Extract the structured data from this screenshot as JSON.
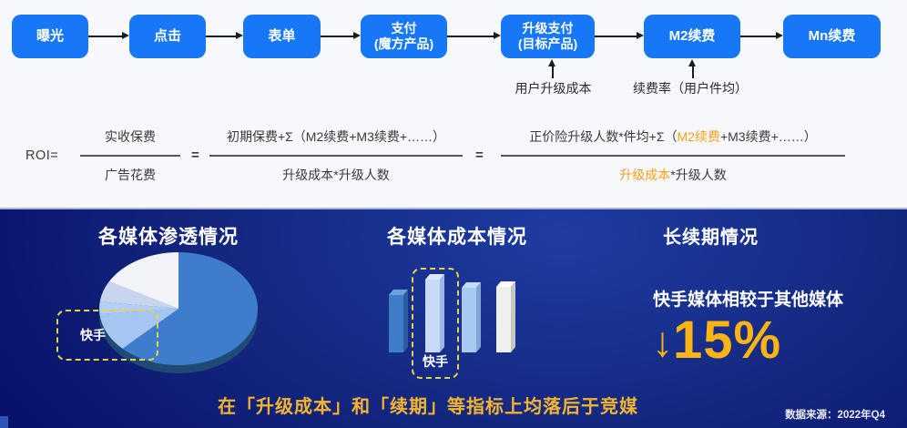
{
  "funnel": {
    "steps": [
      {
        "label": "曝光"
      },
      {
        "label": "点击"
      },
      {
        "label": "表单"
      },
      {
        "label": "支付\n(魔方产品)"
      },
      {
        "label": "升级支付\n(目标产品)"
      },
      {
        "label": "M2续费"
      },
      {
        "label": "Mn续费"
      }
    ],
    "annotations": [
      {
        "text": "用户升级成本"
      },
      {
        "text": "续费率（用户件均）"
      }
    ]
  },
  "formula": {
    "lhs": "ROI=",
    "equals": "=",
    "fraction1": {
      "numerator": "实收保费",
      "denominator": "广告花费"
    },
    "fraction2": {
      "numerator": "初期保费+Σ（M2续费+M3续费+……）",
      "denominator": "升级成本*升级人数"
    },
    "fraction3": {
      "num_pre": "正价险升级人数*件均+Σ（",
      "num_hl": "M2续费",
      "num_post": "+M3续费+……）",
      "den_hl": "升级成本",
      "den_post": "*升级人数"
    }
  },
  "dashboard": {
    "penetration": {
      "title": "各媒体渗透情况",
      "highlight_label": "快手"
    },
    "cost": {
      "title": "各媒体成本情况",
      "highlight_label": "快手"
    },
    "renewal": {
      "title": "长续期情况",
      "subtitle": "快手媒体相较于其他媒体",
      "metric_arrow": "↓",
      "metric_value": "15%"
    },
    "headline": "在「升级成本」和「续期」等指标上均落后于竞媒",
    "source": "数据来源：2022年Q4"
  },
  "colors": {
    "flow_box_blue": "#1677F7",
    "formula_highlight_orange": "#F7A11A",
    "gold_accent": "#F5B52E",
    "metric_gold": "#FCB415",
    "highlight_dash_yellow": "#E3D44B",
    "panel_blue_light": "#1E3CA2",
    "panel_blue_dark": "#050C64"
  },
  "chart_data": [
    {
      "type": "pie",
      "title": "各媒体渗透情况",
      "legend_position": "none",
      "slices": [
        {
          "label": "",
          "value": 62.5,
          "color": "#3E7DCB"
        },
        {
          "label": "快手",
          "value": 11,
          "color": "#A6C6F2"
        },
        {
          "label": "",
          "value": 3.5,
          "color": "#B5CEF5"
        },
        {
          "label": "",
          "value": 6,
          "color": "#C8D5EF"
        },
        {
          "label": "",
          "value": 17,
          "color": "#F1F3F9"
        }
      ],
      "note": "values estimated from slice angles; only the 快手 slice is labeled"
    },
    {
      "type": "bar",
      "title": "各媒体成本情况",
      "categories": [
        "",
        "快手",
        "",
        ""
      ],
      "relative_heights": [
        63,
        80,
        71,
        72
      ],
      "colors": {
        "front": [
          "#3E7CC8",
          "#C9DAF8",
          "#A8C9F0",
          "#EFEFED"
        ],
        "side": [
          "#2B5C9B",
          "#9DB7E5",
          "#7FA6D6",
          "#C6C6C4"
        ],
        "top": [
          "#6FA0DC",
          "#DDE8FB",
          "#C6DBF6",
          "#FBFBF9"
        ]
      },
      "note": "heights are relative pixels; no axis or value labels shown"
    }
  ]
}
